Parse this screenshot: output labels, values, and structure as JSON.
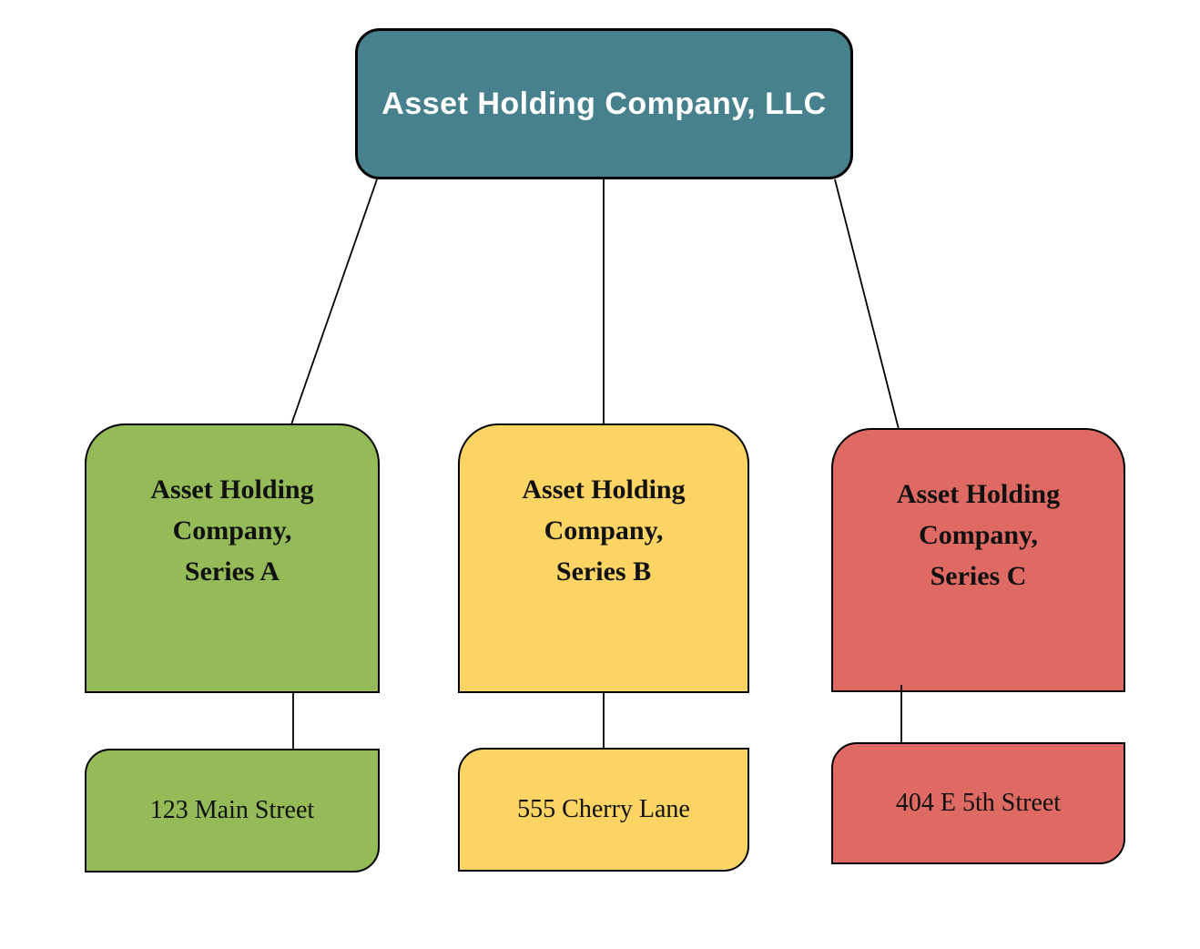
{
  "diagram": {
    "line_color": "#000000",
    "root": {
      "label": "Asset Holding Company, LLC",
      "fill": "#47818E",
      "text_color": "#FFFFFF"
    },
    "series": [
      {
        "lines": [
          "Asset Holding",
          "Company,",
          "Series A"
        ],
        "fill": "#94BB57",
        "address": "123 Main Street"
      },
      {
        "lines": [
          "Asset Holding",
          "Company,",
          "Series B"
        ],
        "fill": "#FBD464",
        "address": "555 Cherry Lane"
      },
      {
        "lines": [
          "Asset Holding",
          "Company,",
          "Series C"
        ],
        "fill": "#DF6A63",
        "address": "404 E 5th Street"
      }
    ]
  }
}
